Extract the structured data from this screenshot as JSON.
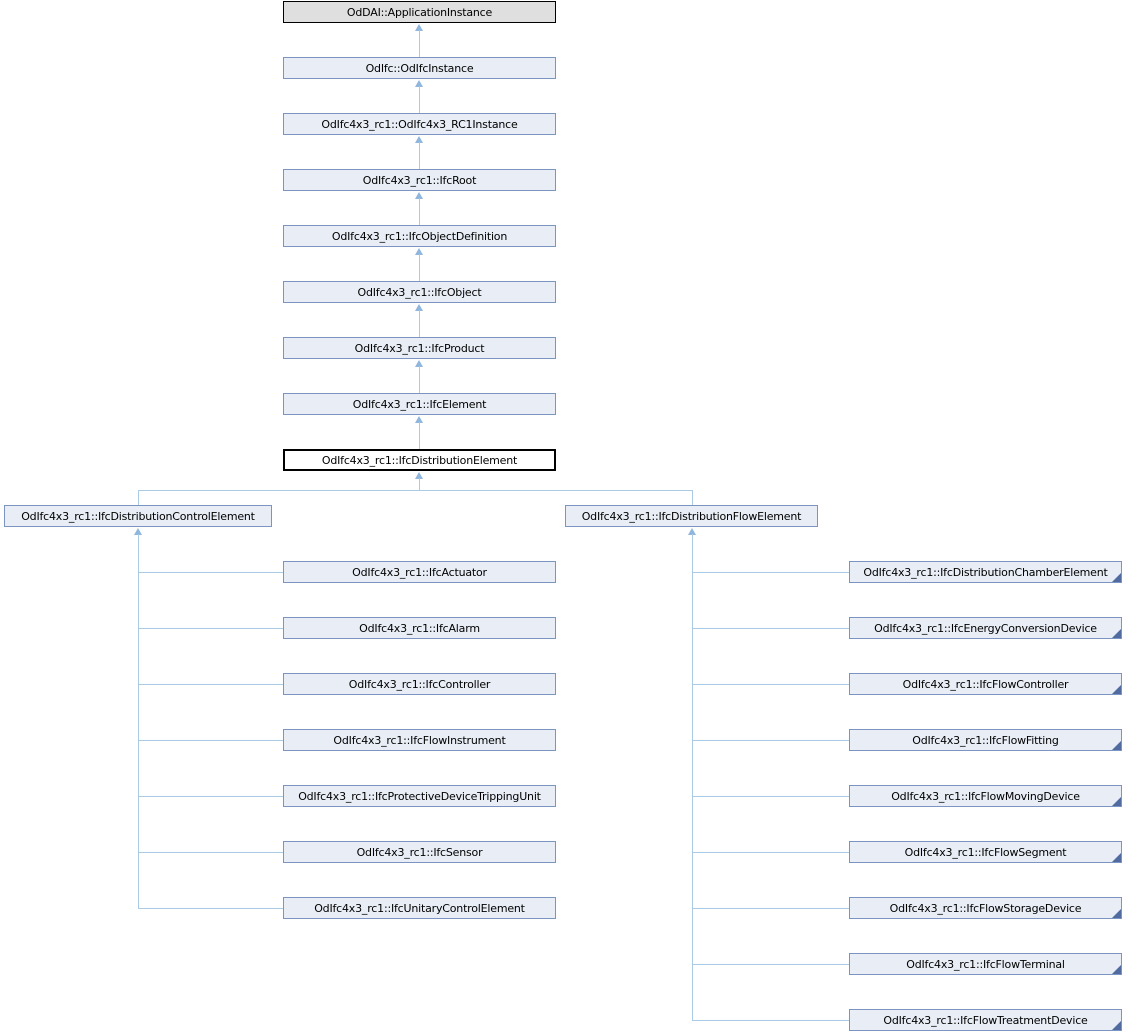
{
  "diagram": {
    "type": "class-inheritance-graph",
    "current_class": "OdIfc4x3_rc1::IfcDistributionElement",
    "colors": {
      "node_fill": "#E8EDF6",
      "node_border": "#7C94C2",
      "root_fill": "#DFDFDF",
      "root_border": "#000000",
      "current_fill": "#FFFFFF",
      "current_border": "#000000",
      "edge": "#A9CBE8",
      "arrowhead": "#8FB6DC",
      "subclass_marker": "#4F6B9F"
    },
    "chain": [
      {
        "label": "OdDAI::ApplicationInstance",
        "style": "root"
      },
      {
        "label": "OdIfc::OdIfcInstance"
      },
      {
        "label": "OdIfc4x3_rc1::OdIfc4x3_RC1Instance"
      },
      {
        "label": "OdIfc4x3_rc1::IfcRoot"
      },
      {
        "label": "OdIfc4x3_rc1::IfcObjectDefinition"
      },
      {
        "label": "OdIfc4x3_rc1::IfcObject"
      },
      {
        "label": "OdIfc4x3_rc1::IfcProduct"
      },
      {
        "label": "OdIfc4x3_rc1::IfcElement"
      },
      {
        "label": "OdIfc4x3_rc1::IfcDistributionElement",
        "style": "current"
      }
    ],
    "branches": [
      {
        "parent": "OdIfc4x3_rc1::IfcDistributionControlElement",
        "children_have_subclasses": false,
        "children": [
          "OdIfc4x3_rc1::IfcActuator",
          "OdIfc4x3_rc1::IfcAlarm",
          "OdIfc4x3_rc1::IfcController",
          "OdIfc4x3_rc1::IfcFlowInstrument",
          "OdIfc4x3_rc1::IfcProtectiveDeviceTrippingUnit",
          "OdIfc4x3_rc1::IfcSensor",
          "OdIfc4x3_rc1::IfcUnitaryControlElement"
        ]
      },
      {
        "parent": "OdIfc4x3_rc1::IfcDistributionFlowElement",
        "children_have_subclasses": true,
        "children": [
          "OdIfc4x3_rc1::IfcDistributionChamberElement",
          "OdIfc4x3_rc1::IfcEnergyConversionDevice",
          "OdIfc4x3_rc1::IfcFlowController",
          "OdIfc4x3_rc1::IfcFlowFitting",
          "OdIfc4x3_rc1::IfcFlowMovingDevice",
          "OdIfc4x3_rc1::IfcFlowSegment",
          "OdIfc4x3_rc1::IfcFlowStorageDevice",
          "OdIfc4x3_rc1::IfcFlowTerminal",
          "OdIfc4x3_rc1::IfcFlowTreatmentDevice"
        ]
      }
    ]
  }
}
